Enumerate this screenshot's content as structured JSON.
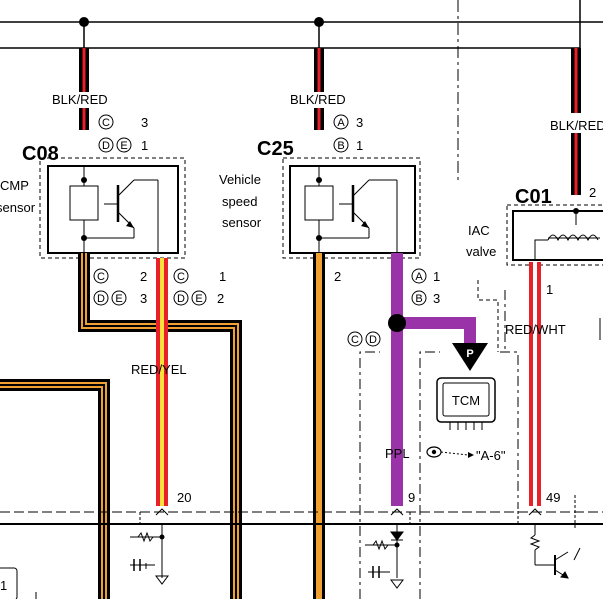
{
  "connectors": {
    "c08": {
      "id": "C08",
      "name_line1": "CMP",
      "name_line2": "sensor",
      "top_codes": [
        {
          "letters": [
            "C"
          ],
          "pin": "3"
        },
        {
          "letters": [
            "D",
            "E"
          ],
          "pin": "1"
        }
      ],
      "bottom_left_codes": [
        {
          "letters": [
            "C"
          ],
          "pin": "2"
        },
        {
          "letters": [
            "D",
            "E"
          ],
          "pin": "3"
        }
      ],
      "bottom_right_codes": [
        {
          "letters": [
            "C"
          ],
          "pin": "1"
        },
        {
          "letters": [
            "D",
            "E"
          ],
          "pin": "2"
        }
      ]
    },
    "c25": {
      "id": "C25",
      "name_line1": "Vehicle",
      "name_line2": "speed",
      "name_line3": "sensor",
      "top_codes": [
        {
          "letters": [
            "A"
          ],
          "pin": "3"
        },
        {
          "letters": [
            "B"
          ],
          "pin": "1"
        }
      ],
      "bottom_left_pin": "2",
      "bottom_right_codes": [
        {
          "letters": [
            "A"
          ],
          "pin": "1"
        },
        {
          "letters": [
            "B"
          ],
          "pin": "3"
        }
      ]
    },
    "c01": {
      "id": "C01",
      "name_line1": "IAC",
      "name_line2": "valve",
      "pin_top": "2",
      "pin_bottom": "1"
    }
  },
  "wires": {
    "blk_red_1": "BLK/RED",
    "blk_red_2": "BLK/RED",
    "blk_red_3": "BLK/RED",
    "red_yel": "RED/YEL",
    "ppl": "PPL",
    "red_wht": "RED/WHT"
  },
  "ecm_pins": {
    "p20": "20",
    "p9": "9",
    "p49": "49"
  },
  "tcm": {
    "label": "TCM",
    "ref": "\"A-6\"",
    "branch_letters": [
      "C",
      "D"
    ],
    "arrow_letter": "P"
  },
  "colors": {
    "black_wire": "#000000",
    "red_stripe": "#e8202a",
    "orange": "#f0a030",
    "yellow": "#f6e23a",
    "purple": "#9b33a8"
  }
}
